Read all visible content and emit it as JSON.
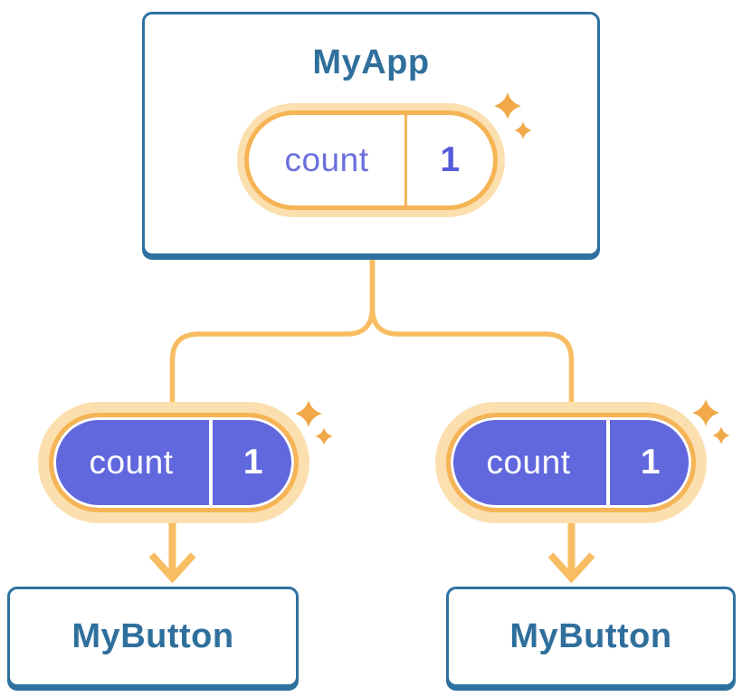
{
  "diagram": {
    "type": "component-tree",
    "root": {
      "title": "MyApp",
      "state_pill": {
        "label": "count",
        "value": "1",
        "style": "outlined",
        "highlighted": true
      }
    },
    "children": [
      {
        "title": "MyButton",
        "state_pill": {
          "label": "count",
          "value": "1",
          "style": "filled",
          "highlighted": true
        }
      },
      {
        "title": "MyButton",
        "state_pill": {
          "label": "count",
          "value": "1",
          "style": "filled",
          "highlighted": true
        }
      }
    ],
    "icons": {
      "sparkle_large": "sparkle-icon",
      "sparkle_small": "sparkle-icon"
    },
    "colors": {
      "background": "#FFFFFF",
      "card_border_blue": "#2E71A0",
      "card_title_blue": "#2F6F9C",
      "pill_purple_fill": "#6168DD",
      "pill_purple_label_text": "#6A6FDC",
      "pill_purple_value_text": "#565CD8",
      "pill_white_text": "#FFFFFF",
      "pill_orange_border": "#F6B455",
      "pill_orange_glow": "#FCDFAF",
      "connector_orange": "#F8BD62",
      "sparkle_orange": "#F0A848"
    }
  }
}
